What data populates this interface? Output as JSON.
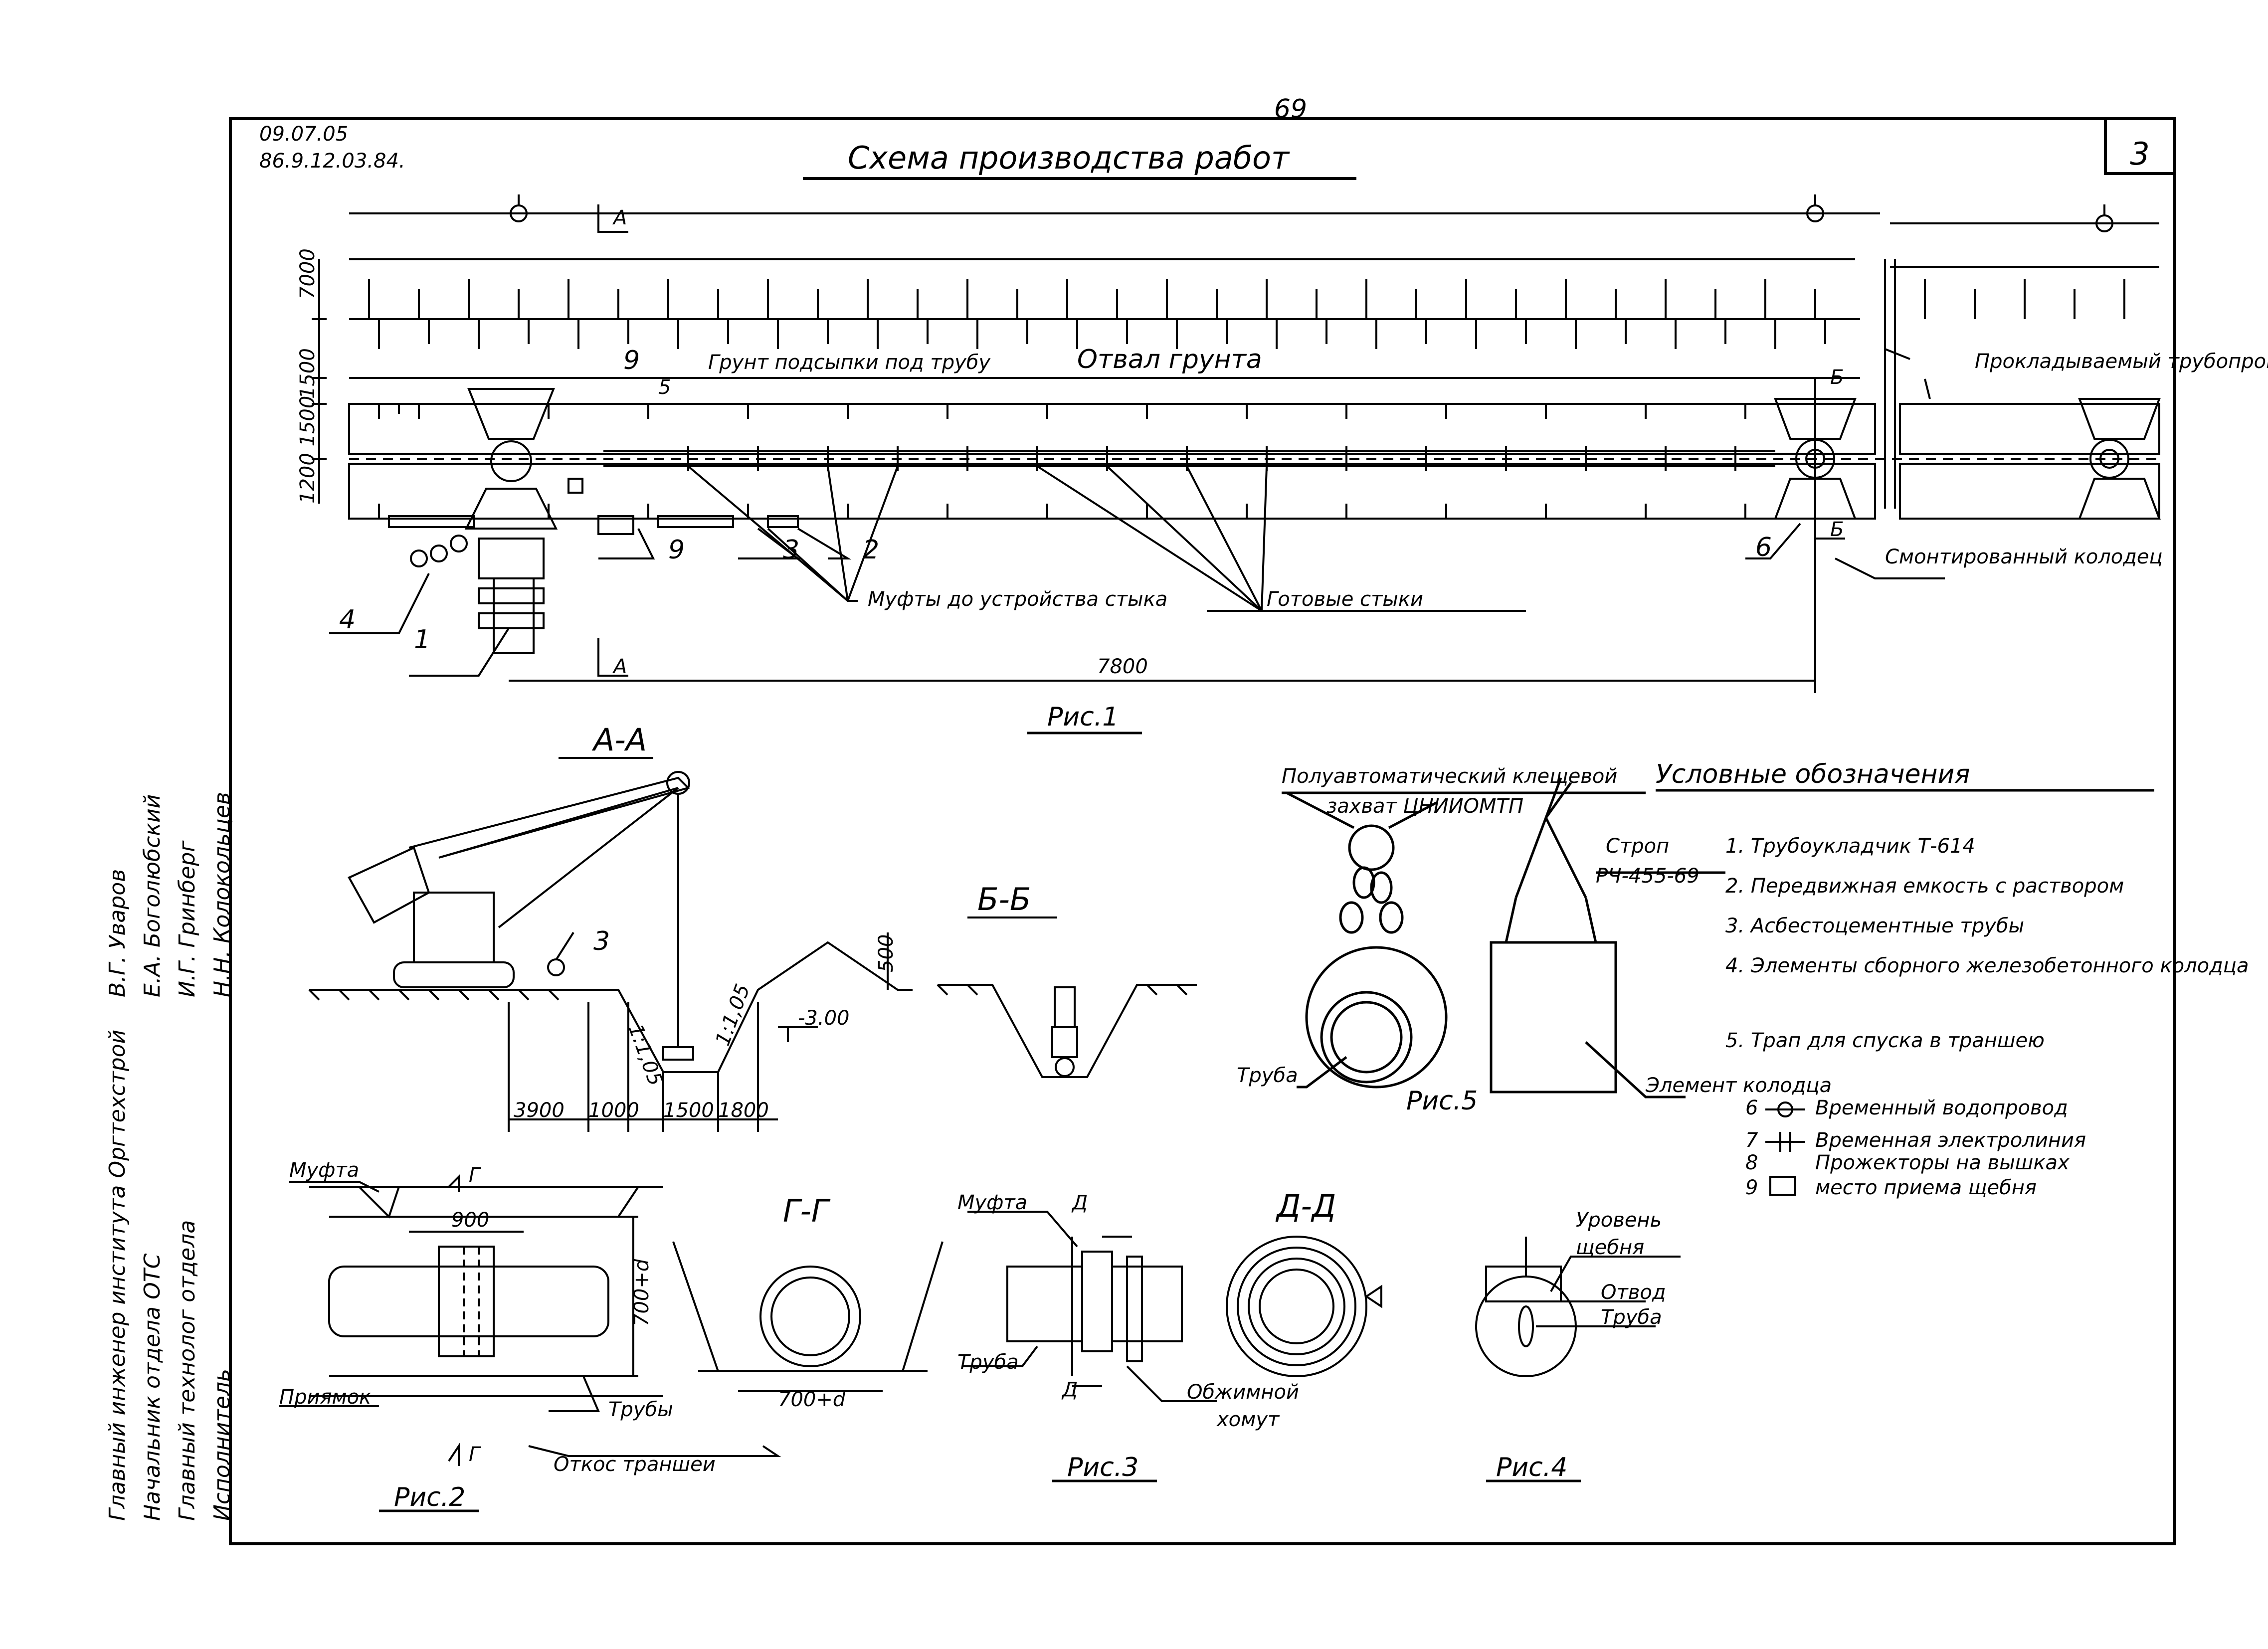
{
  "sheet": {
    "page_number": "69",
    "date": "09.07.05",
    "doc_code": "86.9.12.03.84.",
    "title": "Схема производства работ",
    "sheet_number": "3"
  },
  "title_block": {
    "rows": [
      {
        "role": "Главный инженер института Оргтехстрой",
        "sign": "",
        "name": "В.Г. Уваров"
      },
      {
        "role": "Начальник отдела ОТС",
        "sign": "",
        "name": "Е.А. Боголюбский"
      },
      {
        "role": "Главный технолог отдела",
        "sign": "",
        "name": "И.Г. Гринберг"
      },
      {
        "role": "Исполнитель",
        "sign": "",
        "name": "Н.Н. Колокольцев"
      }
    ]
  },
  "fig1": {
    "caption": "Рис.1",
    "labels": {
      "soil_dump": "Отвал грунта",
      "soil_additions": "Грунт подсыпки под трубу",
      "pipe_laid": "Прокладываемый трубопровод",
      "assembled_well": "Смонтированный колодец",
      "couplings_before": "Муфты до устройства стыка",
      "finished_joints": "Готовые стыки",
      "section_a": "А",
      "section_b": "Б",
      "total_dim": "7800",
      "dim_7000": "7000",
      "dim_1": "1500",
      "dim_2": "1200 1500",
      "mark_1": "1",
      "mark_2": "2",
      "mark_3": "3",
      "mark_4": "4",
      "mark_5": "5",
      "mark_6": "6",
      "mark_9a": "9",
      "mark_9b": "9"
    }
  },
  "sections": {
    "aa": {
      "title": "А-А",
      "mark_3": "3",
      "slope1": "1:1,05",
      "slope2": "1:1,05",
      "depth": "-3.00",
      "dims": [
        "3900",
        "1000",
        "1500",
        "1800",
        "500"
      ]
    },
    "bb": {
      "title": "Б-Б"
    }
  },
  "gripper": {
    "title1": "Полуавтоматический клещевой",
    "title2": "захват ЦНИИОМТП",
    "sling": "Строп",
    "sling_code": "РЧ-455-69",
    "pipe": "Труба",
    "well_element": "Элемент колодца",
    "caption": "Рис.5"
  },
  "legend": {
    "title": "Условные обозначения",
    "items": [
      "1. Трубоукладчик Т-614",
      "2. Передвижная емкость с раствором",
      "3. Асбестоцементные трубы",
      "4. Элементы сборного железобетонного колодца",
      "5. Трап для спуска в траншею"
    ],
    "symbols": [
      {
        "num": "6",
        "text": "Временный водопровод"
      },
      {
        "num": "7",
        "text": "Временная электролиния"
      },
      {
        "num": "8",
        "text": "Прожекторы на вышках"
      },
      {
        "num": "9",
        "text": "место приема щебня"
      }
    ]
  },
  "fig2": {
    "caption": "Рис.2",
    "coupling": "Муфта",
    "pit": "Приямок",
    "pipes": "Трубы",
    "slope": "Откос траншеи",
    "dim_900": "900",
    "dim_700": "700+d",
    "section": "Г"
  },
  "gg": {
    "title": "Г-Г",
    "dim": "700+d"
  },
  "fig3": {
    "caption": "Рис.3",
    "coupling": "Муфта",
    "pipe": "Труба",
    "clamp1": "Обжимной",
    "clamp2": "хомут",
    "section": "Д"
  },
  "dd": {
    "title": "Д-Д"
  },
  "fig4": {
    "caption": "Рис.4",
    "level1": "Уровень",
    "level2": "щебня",
    "hole1": "Отвод",
    "hole2": "Труба"
  }
}
